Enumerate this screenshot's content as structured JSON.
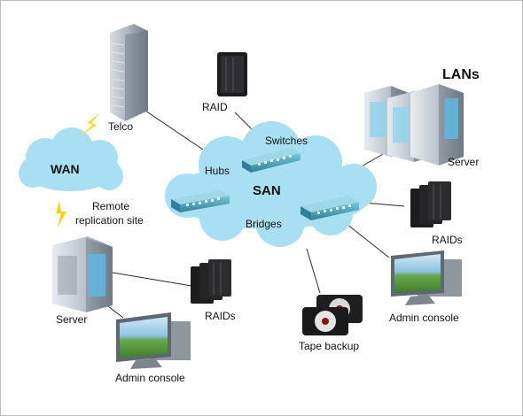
{
  "labels": {
    "lans": "LANs",
    "wan": "WAN",
    "san": "SAN",
    "telco": "Telco",
    "raid_top": "RAID",
    "switches": "Switches",
    "hubs": "Hubs",
    "bridges": "Bridges",
    "server_right": "Server",
    "raids_right": "RAIDs",
    "admin_console_right": "Admin console",
    "tape_backup": "Tape backup",
    "remote_site_line1": "Remote",
    "remote_site_line2": "replication site",
    "server_left": "Server",
    "raids_left": "RAIDs",
    "admin_console_left": "Admin console"
  },
  "colors": {
    "cloud": "#a9dff2",
    "lightning": "#f6d21a",
    "link": "#2a2a2a",
    "switch_body": "#3b98b3",
    "frame": "#bdbdbd"
  },
  "icons": {
    "building": "office-building-icon",
    "raid": "raid-storage-icon",
    "switch": "network-switch-icon",
    "server": "tower-server-icon",
    "console": "monitor-icon",
    "tape": "tape-reel-icon",
    "lightning": "lightning-bolt-icon"
  }
}
